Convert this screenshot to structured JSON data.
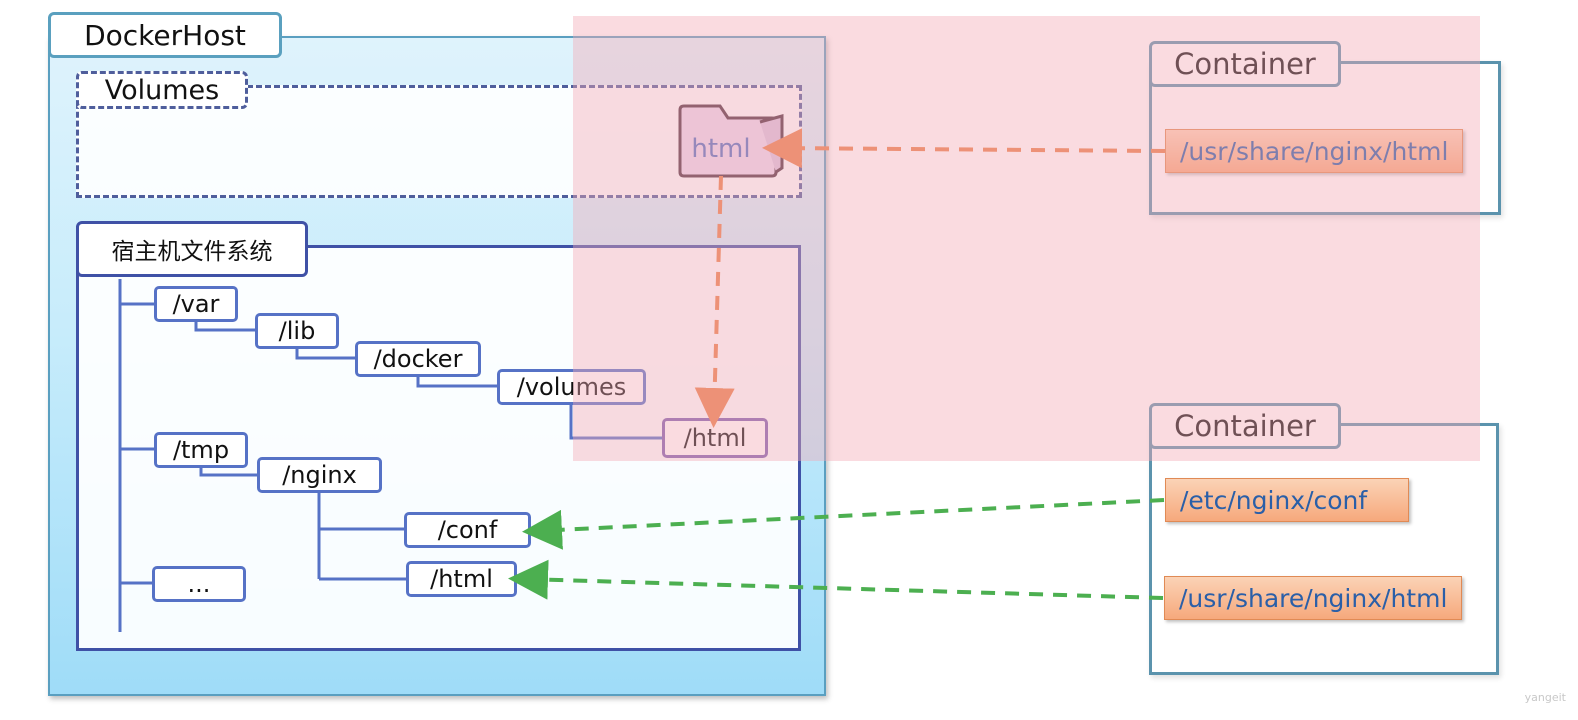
{
  "docker_host": {
    "label": "DockerHost"
  },
  "volumes": {
    "label": "Volumes",
    "folder_label": "html"
  },
  "host_fs": {
    "label": "宿主机文件系统",
    "nodes": {
      "var": "/var",
      "lib": "/lib",
      "docker": "/docker",
      "volumes": "/volumes",
      "html_volume": "/html",
      "tmp": "/tmp",
      "nginx": "/nginx",
      "conf": "/conf",
      "html_nginx": "/html",
      "ellipsis": "..."
    }
  },
  "containers": [
    {
      "label": "Container",
      "paths": [
        "/usr/share/nginx/html"
      ]
    },
    {
      "label": "Container",
      "paths": [
        "/etc/nginx/conf",
        "/usr/share/nginx/html"
      ]
    }
  ],
  "colors": {
    "orange_arrow": "#e8804a",
    "green_arrow": "#4caf50",
    "tree_line": "#5672c6",
    "host_border": "#5a9fc0"
  },
  "watermark": "yangeit"
}
